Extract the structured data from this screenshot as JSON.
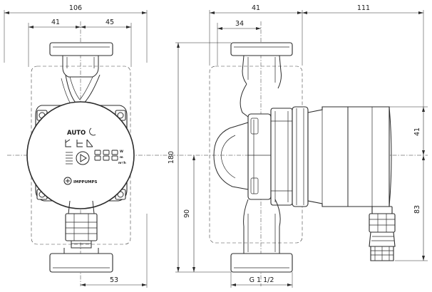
{
  "front_view": {
    "dim_overall_width": "106",
    "dim_left_half": "41",
    "dim_right_half": "45",
    "dim_bottom_offset": "53"
  },
  "side_view": {
    "dim_body_depth": "41",
    "dim_flange_depth": "34",
    "dim_motor_length": "111",
    "dim_height": "180",
    "dim_axis_height": "90",
    "dim_head_upper": "41",
    "dim_head_lower": "83",
    "thread_label": "G 1 1/2"
  },
  "control_panel": {
    "mode_label": "AUTO",
    "unit_w": "W",
    "unit_m": "m",
    "unit_m3h": "m³/h",
    "brand_label": "IMPPUMPS"
  }
}
